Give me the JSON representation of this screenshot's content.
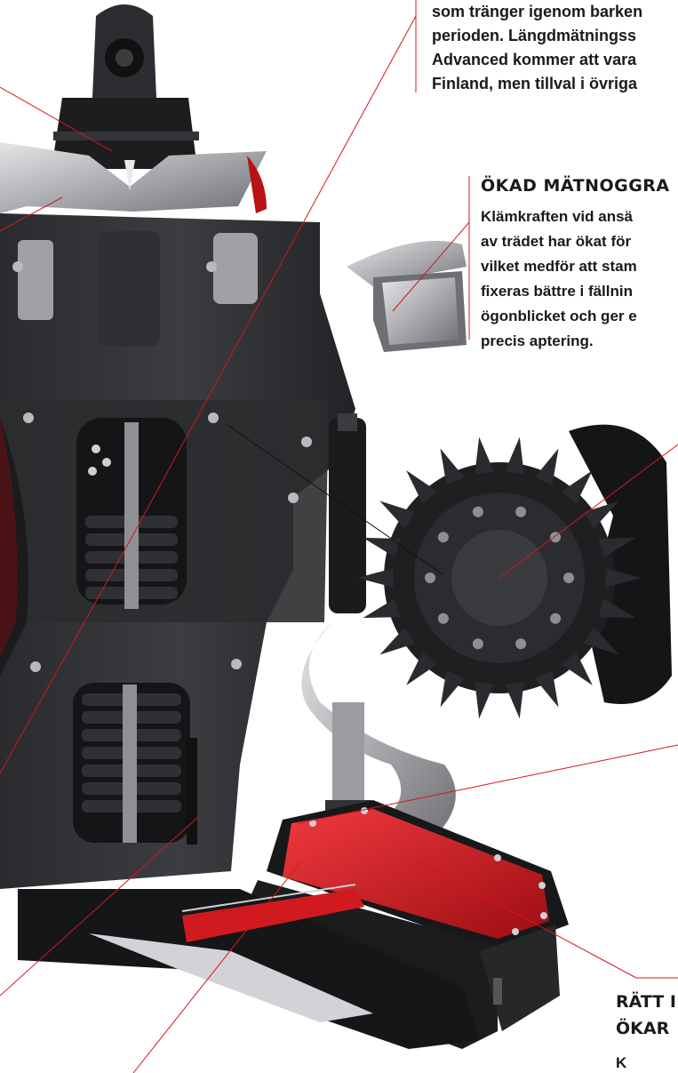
{
  "text_top": {
    "lines": [
      "",
      "som tränger igenom barken",
      "perioden. Längdmätningss",
      "Advanced kommer att vara",
      "Finland, men tillval i övriga"
    ]
  },
  "section_measurement": {
    "heading": "ÖKAD MÄTNOGGRA",
    "lines": [
      "Klämkraften vid ansä",
      "av trädet har ökat för",
      "vilket medför att stam",
      "fixeras bättre i fällnin",
      "ögonblicket och ger e",
      "precis aptering."
    ]
  },
  "section_bottom": {
    "heading_lines": [
      "RÄTT I",
      "ÖKAR"
    ],
    "fragment": "K"
  },
  "colors": {
    "accent": "#d8141c",
    "leader": "#d8141c",
    "machine_dark": "#1f1f21",
    "machine_mid": "#3a3b3e",
    "steel": "#b9babd"
  }
}
